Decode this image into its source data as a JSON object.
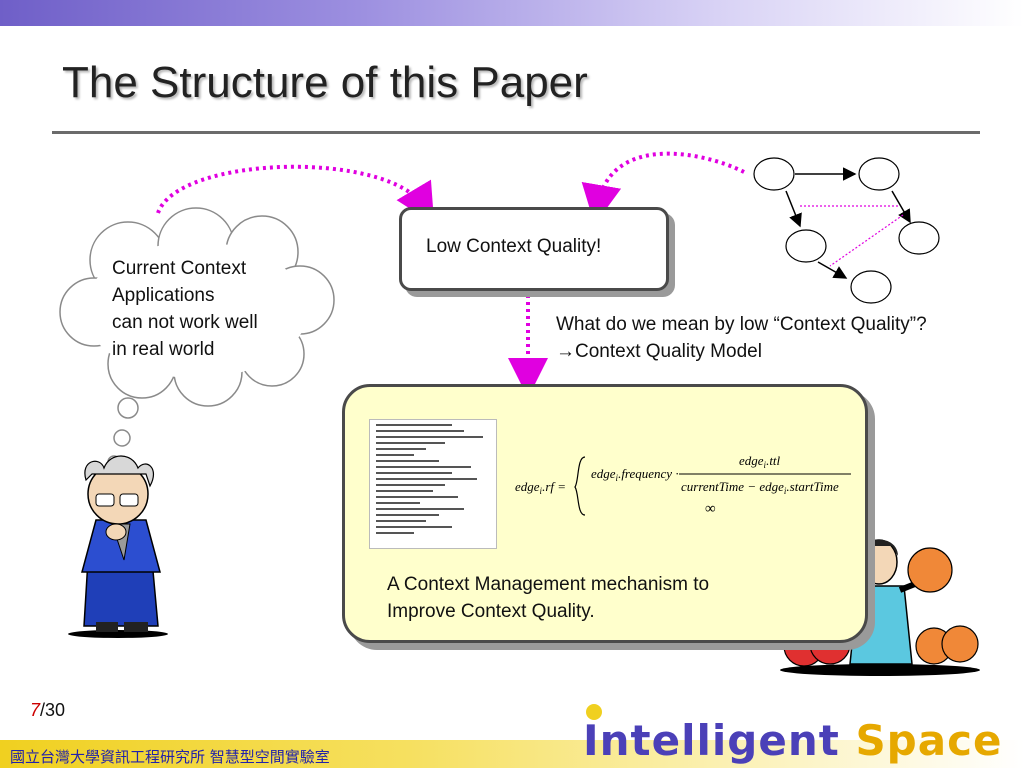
{
  "slide": {
    "title": "The Structure of this Paper",
    "cloud_text": [
      "Current Context",
      "Applications",
      "can not work well",
      "in real world"
    ],
    "box1_text": "Low Context Quality!",
    "question_text": [
      "What do we mean by low “Context Quality”?",
      "→Context Quality Model"
    ],
    "box2_caption": [
      "A Context Management mechanism to",
      "Improve Context Quality."
    ],
    "formula": {
      "lhs": "edge",
      "lhs_sub": "i",
      "lhs_tail": ".rf",
      "line1": "edge",
      "line1_sub": "i",
      "line1_tail": ".frequency ·",
      "numer": "edge",
      "numer_sub": "i",
      "numer_tail": ".ttl",
      "denom": "currentTime − edge",
      "denom_sub": "i",
      "denom_tail": ".startTime",
      "line2": "∞"
    },
    "page_current": "7",
    "page_total": "/30",
    "footer_text": "國立台灣大學資訊工程研究所 智慧型空間實驗室",
    "brand_part1": "Intelligent ",
    "brand_part2": "Space"
  },
  "colors": {
    "arrow_magenta": "#e000e0",
    "title_rule": "#6b6b6b",
    "box2_fill": "#ffffcc",
    "brand_blue": "#4b40b8",
    "brand_yellow": "#e6a800"
  }
}
